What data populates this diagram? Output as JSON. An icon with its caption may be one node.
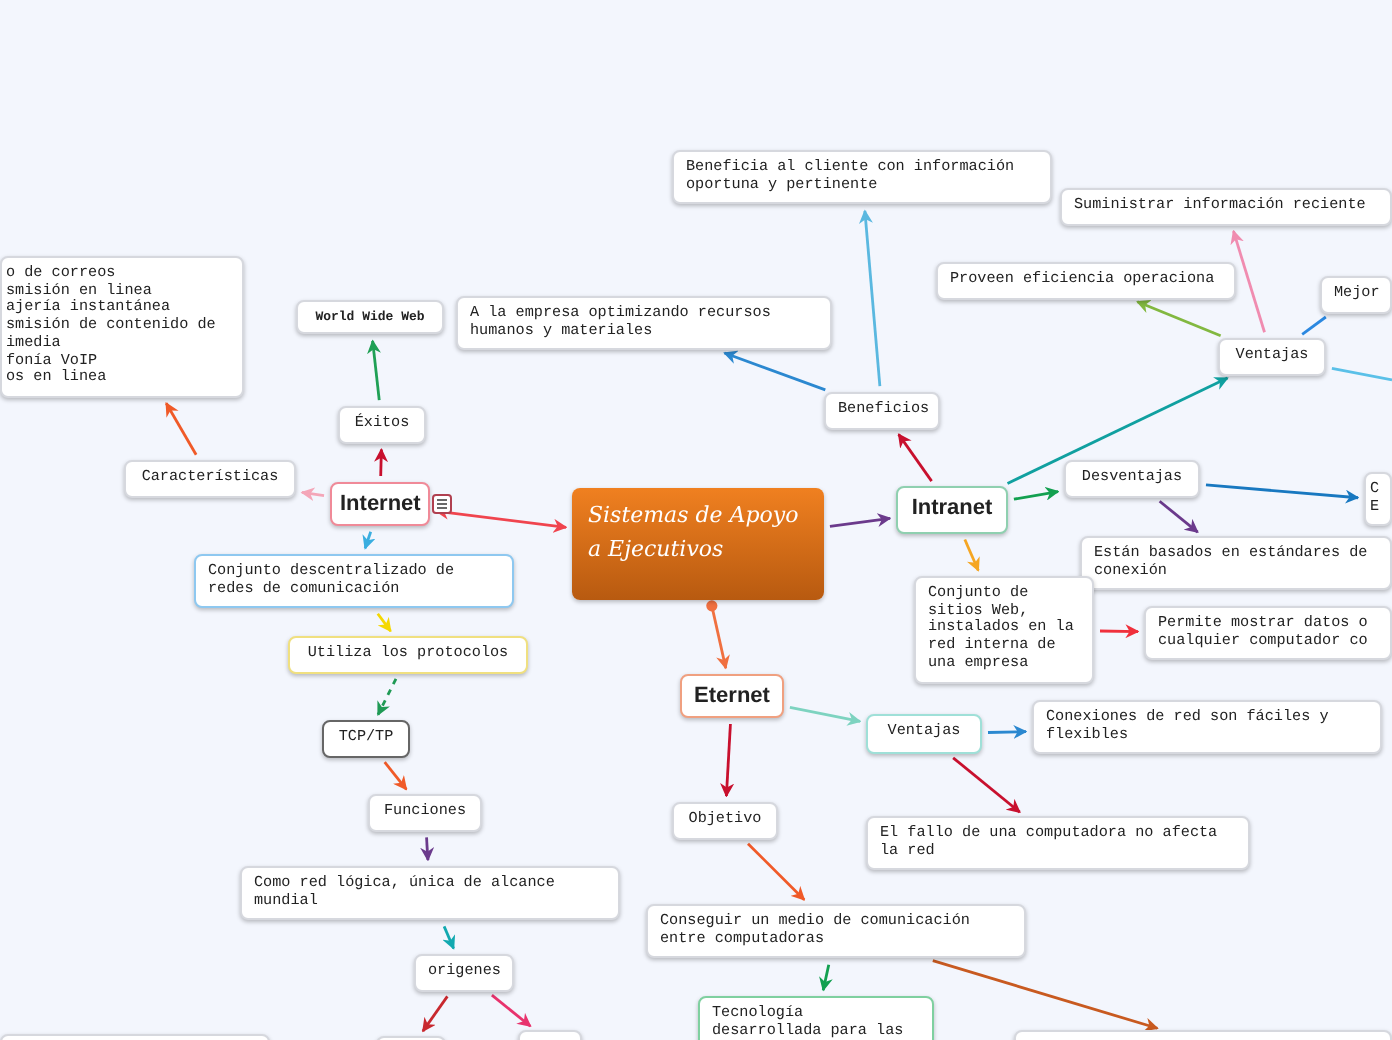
{
  "diagram": {
    "nodes": [
      {
        "text": [
          "Sistemas de Apoyo a Ejecutivos"
        ]
      },
      {
        "text": [
          "Internet"
        ]
      },
      {
        "text": [
          "Éxitos"
        ]
      },
      {
        "text": [
          "World Wide Web"
        ]
      },
      {
        "text": [
          "Características"
        ]
      },
      {
        "text": [
          "o de correos",
          "smisión en linea",
          "ajería instantánea",
          "smisión de contenido de",
          "imedia",
          "fonía VoIP",
          "os en linea"
        ]
      },
      {
        "text": [
          "Conjunto descentralizado de redes de comunicación"
        ]
      },
      {
        "text": [
          "Utiliza los protocolos"
        ]
      },
      {
        "text": [
          "TCP/TP"
        ]
      },
      {
        "text": [
          "Funciones"
        ]
      },
      {
        "text": [
          "Como red lógica, única de alcance mundial"
        ]
      },
      {
        "text": [
          "origenes"
        ]
      },
      {
        "text": [],
        "shape": "box"
      },
      {
        "text": [],
        "shape": "box"
      },
      {
        "text": [],
        "shape": "box"
      },
      {
        "text": [
          "Intranet"
        ]
      },
      {
        "text": [
          "Beneficios"
        ]
      },
      {
        "text": [
          "A la empresa optimizando recursos humanos y materiales"
        ]
      },
      {
        "text": [
          "Beneficia al cliente con información oportuna y pertinente"
        ]
      },
      {
        "text": [
          "Ventajas"
        ]
      },
      {
        "text": [
          "Proveen eficiencia operaciona"
        ]
      },
      {
        "text": [
          "Suministrar información reciente"
        ]
      },
      {
        "text": [
          "Mejor"
        ]
      },
      {
        "text": [
          "Desventajas"
        ]
      },
      {
        "text": [
          "C E"
        ]
      },
      {
        "text": [
          "Están basados en estándares de conexión"
        ]
      },
      {
        "text": [
          "Conjunto de sitios Web, instalados en la red interna de una empresa"
        ]
      },
      {
        "text": [
          "Permite mostrar datos o cualquier computador co"
        ]
      },
      {
        "text": [
          "Eternet"
        ]
      },
      {
        "text": [
          "Ventajas"
        ]
      },
      {
        "text": [
          "Conexiones de red son fáciles y flexibles"
        ]
      },
      {
        "text": [
          "El fallo de una computadora no afecta la red"
        ]
      },
      {
        "text": [
          "Objetivo"
        ]
      },
      {
        "text": [
          "Conseguir un medio de comunicación entre computadoras"
        ]
      },
      {
        "text": [
          "Tecnología desarrollada para las"
        ]
      },
      {
        "text": [],
        "shape": "box"
      }
    ],
    "edges": [
      {
        "from": 1,
        "to": 0,
        "arrow": "both",
        "color": "#f0444e"
      },
      {
        "from": 0,
        "to": 15,
        "arrow": "to",
        "color": "#6b3a8c"
      },
      {
        "from": 0,
        "to": 28,
        "arrow": "to",
        "color": "#f07040"
      },
      {
        "from": 1,
        "to": 2,
        "arrow": "to",
        "color": "#c8102e"
      },
      {
        "from": 2,
        "to": 3,
        "arrow": "to",
        "color": "#1fa055"
      },
      {
        "from": 1,
        "to": 4,
        "arrow": "to",
        "color": "#f4a6b8"
      },
      {
        "from": 4,
        "to": 5,
        "arrow": "to",
        "color": "#f05a28"
      },
      {
        "from": 1,
        "to": 6,
        "arrow": "to",
        "color": "#3aaee0"
      },
      {
        "from": 6,
        "to": 7,
        "arrow": "to",
        "color": "#f5d800"
      },
      {
        "from": 7,
        "to": 8,
        "arrow": "to",
        "style": "dashed",
        "color": "#1f9a55"
      },
      {
        "from": 8,
        "to": 9,
        "arrow": "to",
        "color": "#f05a28"
      },
      {
        "from": 9,
        "to": 10,
        "arrow": "to",
        "color": "#6b3a8c"
      },
      {
        "from": 10,
        "to": 11,
        "arrow": "to",
        "color": "#12a9b0"
      },
      {
        "from": 11,
        "to": 13,
        "arrow": "to",
        "color": "#c8282e"
      },
      {
        "from": 11,
        "to": 14,
        "arrow": "to",
        "color": "#e8336d"
      },
      {
        "from": 15,
        "to": 16,
        "arrow": "to",
        "color": "#c8102e"
      },
      {
        "from": 16,
        "to": 17,
        "arrow": "to",
        "color": "#2b88d0"
      },
      {
        "from": 16,
        "to": 18,
        "arrow": "to",
        "color": "#5ab8e0"
      },
      {
        "from": 15,
        "to": 19,
        "arrow": "to",
        "color": "#10a0a0"
      },
      {
        "from": 19,
        "to": 20,
        "arrow": "to",
        "color": "#82b840"
      },
      {
        "from": 19,
        "to": 21,
        "arrow": "to",
        "color": "#f08cb0"
      },
      {
        "from": 19,
        "to": 22,
        "arrow": "none",
        "color": "#2b88e0"
      },
      {
        "from": 19,
        "to": null,
        "arrow": "none",
        "color": "#5ac0e8"
      },
      {
        "from": 15,
        "to": 23,
        "arrow": "to",
        "color": "#12a050"
      },
      {
        "from": 23,
        "to": 24,
        "arrow": "to",
        "color": "#1878c0"
      },
      {
        "from": 23,
        "to": 25,
        "arrow": "to",
        "color": "#6b3a8c"
      },
      {
        "from": 15,
        "to": 26,
        "arrow": "to",
        "color": "#f5a623"
      },
      {
        "from": 26,
        "to": 27,
        "arrow": "to",
        "color": "#f0303c"
      },
      {
        "from": 28,
        "to": 29,
        "arrow": "to",
        "color": "#7dd3c0"
      },
      {
        "from": 29,
        "to": 30,
        "arrow": "to",
        "color": "#2b88d0"
      },
      {
        "from": 29,
        "to": 31,
        "arrow": "to",
        "color": "#c8102e"
      },
      {
        "from": 28,
        "to": 32,
        "arrow": "to",
        "color": "#c8102e"
      },
      {
        "from": 32,
        "to": 33,
        "arrow": "to",
        "color": "#f05a28"
      },
      {
        "from": 33,
        "to": 34,
        "arrow": "to",
        "color": "#12a050"
      },
      {
        "from": 33,
        "to": 35,
        "arrow": "to",
        "color": "#c85a20"
      }
    ]
  }
}
